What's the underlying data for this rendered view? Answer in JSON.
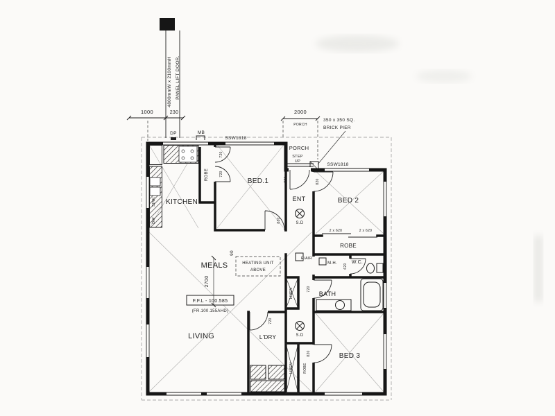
{
  "page": {
    "bg": "#fbfaf8",
    "ink": "#1c1c1c",
    "faint": "#a8a8a8"
  },
  "rooms": {
    "kitchen": "KITCHEN",
    "bed1": "BED.1",
    "ent": "ENT",
    "bed2": "BED 2",
    "robe_bed2": "ROBE",
    "meals": "MEALS",
    "wc": "W.C.",
    "bath": "BATH",
    "living": "LIVING",
    "ldry": "L'DRY",
    "bed3": "BED 3",
    "porch": "PORCH",
    "step": "STEP",
    "up": "UP",
    "linen_hall": "LINEN",
    "linen_cupboard": "LINEN",
    "robe_bed1": "ROBE",
    "robe_bed3": "ROBE"
  },
  "annotations": {
    "panel_lift_door": "PANEL LIFT DOOR.",
    "garage_door_size": "4800mmW x 2100mmH",
    "brick_pier_line1": "350 x 350 SQ.",
    "brick_pier_line2": "BRICK PIER",
    "dp": "DP",
    "mb": "MB",
    "ssw_top": "SSW1818",
    "ssw_bed2": "SSW1818",
    "heating_line1": "HEATING UNIT",
    "heating_line2": "ABOVE",
    "rair": "R/AIR",
    "mh": "M.H.",
    "sd_hall": "S.D",
    "sd_living": "S.D",
    "ffl": "F.F.L - 100.585",
    "ffl_ahd": "(FR.100.155AHD)",
    "sink": "SINK",
    "dw": "DW"
  },
  "dimensions": {
    "left_a": "1000",
    "left_b": "230",
    "porch_width": "2000",
    "porch_tag": "PORCH",
    "hall_90": "90",
    "meals_2700": "2700",
    "door_robe1_a": "720",
    "door_robe1_b": "720",
    "door_bed1": "820",
    "door_ent": "820",
    "door_bed2": "820",
    "robe2_doors_a": "2 x 620",
    "robe2_doors_b": "2 x 620",
    "door_wc": "620",
    "door_bath": "720",
    "door_bed3": "820",
    "door_ldry": "720"
  }
}
